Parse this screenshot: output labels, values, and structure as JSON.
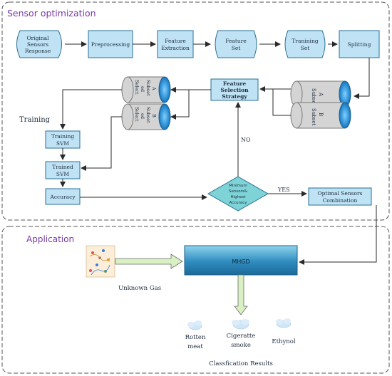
{
  "sections": {
    "optimization_title": "Sensor optimization",
    "application_title": "Application"
  },
  "top_flow": {
    "original_response": [
      "Original",
      "Sensors",
      "Response"
    ],
    "preprocessing": "Preprocessing",
    "feature_extraction": [
      "Feature",
      "Extraction"
    ],
    "feature_set": [
      "Feature",
      "Set"
    ],
    "training_set": [
      "Tranining",
      "Set"
    ],
    "splitting": "Splitting"
  },
  "subsets": {
    "subset_a": [
      "Subset",
      "A"
    ],
    "subset_b": [
      "Subset",
      "B"
    ],
    "selected_a": [
      "Select",
      "ed",
      "Subset",
      "A"
    ],
    "selected_b": [
      "Select",
      "ed",
      "Subset",
      "B"
    ]
  },
  "strategy": [
    "Feature",
    "Selection",
    "Strategy"
  ],
  "training": {
    "label": "Training",
    "training_svm": [
      "Training",
      "SVM"
    ],
    "trained_svm": [
      "Trained",
      "SVM"
    ],
    "accuracy": "Accuracy"
  },
  "decision": {
    "text": [
      "Minimum",
      "Sensors&",
      "Highest",
      "Accuracy"
    ],
    "no": "NO",
    "yes": "YES"
  },
  "optimal": [
    "Optimal Sensors",
    "Combination"
  ],
  "application": {
    "mhgd": "MHGD",
    "unknown_gas": "Unknown Gas",
    "results": [
      [
        "Rotten",
        "meat"
      ],
      [
        "Cigeratte",
        "smoke"
      ],
      [
        "Ethynol"
      ]
    ],
    "results_caption": "Classfication Results"
  },
  "colors": {
    "box_fill": "#bfe3f5",
    "box_stroke": "#2a6f96",
    "cylinder_grey": "#d4d4d4",
    "cylinder_blue": "#1690d8",
    "mhgd_dark": "#1c6a9a",
    "mhgd_light": "#8fd3ec",
    "title_purple": "#7a3aa5",
    "arrow_green": "#d9f0c3"
  }
}
